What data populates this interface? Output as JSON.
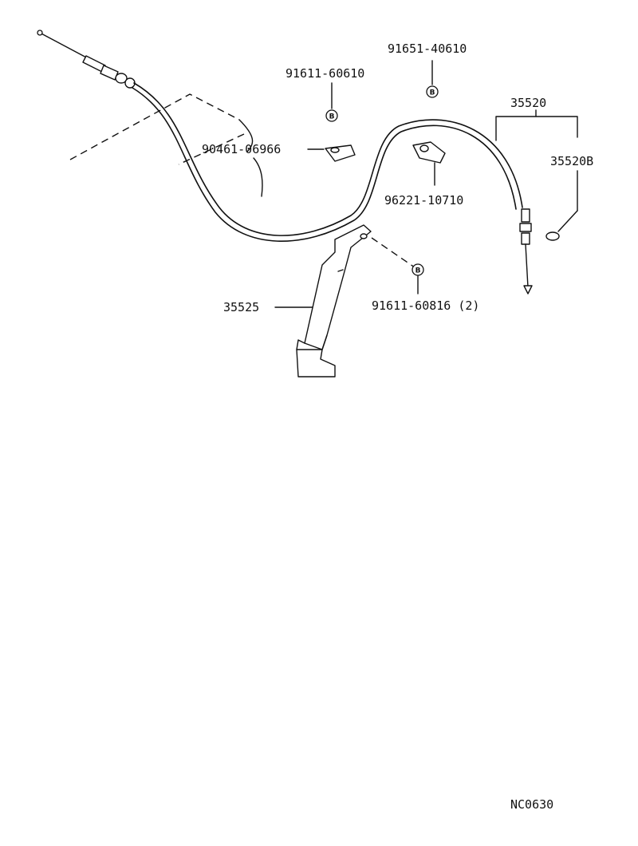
{
  "diagram": {
    "parts": {
      "cable_assembly": "35520",
      "cable_sub": "35520B",
      "bracket": "35525",
      "bolt_top": "91651-40610",
      "bolt_mid": "91611-60610",
      "clip_left": "90461-06966",
      "clip_right": "96221-10710",
      "bolt_bracket": "91611-60816 (2)"
    },
    "callout_symbol": "B",
    "diagram_code": "NC0630"
  }
}
